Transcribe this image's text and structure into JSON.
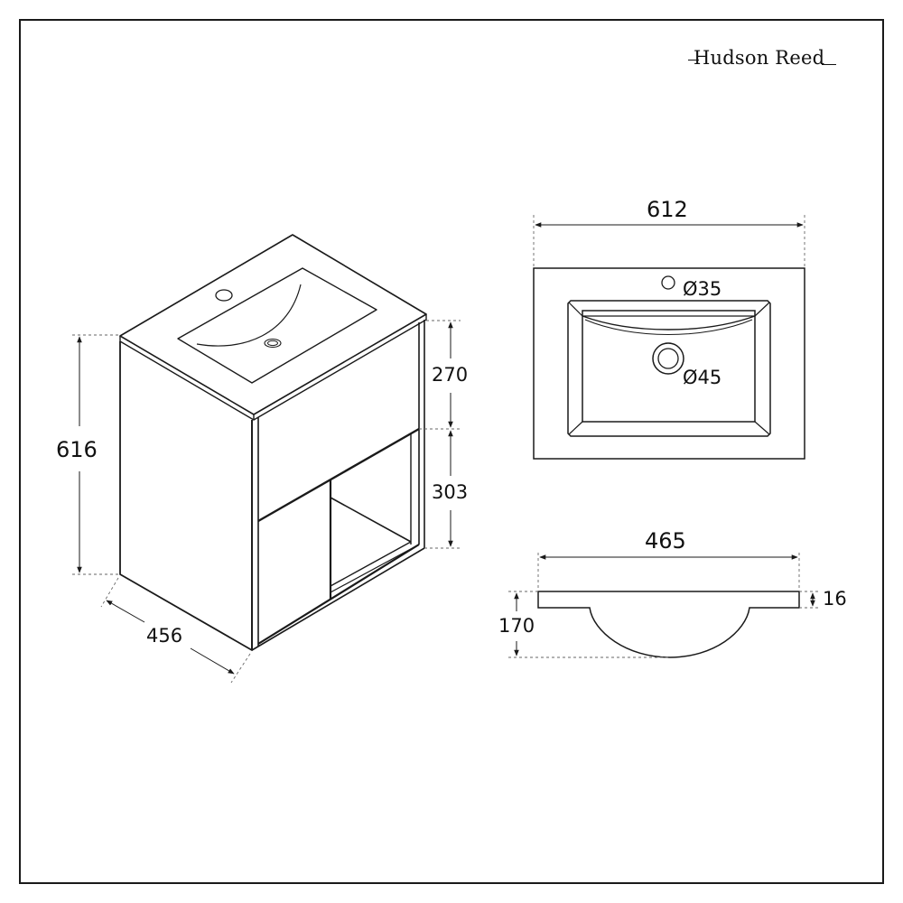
{
  "brand": {
    "name": "Hudson Reed"
  },
  "isometric_view": {
    "dimensions": {
      "total_height": "616",
      "depth": "456",
      "drawer_height": "270",
      "shelf_height": "303"
    }
  },
  "top_view": {
    "dimensions": {
      "width": "612",
      "tap_hole": "Ø35",
      "waste_hole": "Ø45"
    }
  },
  "side_view": {
    "dimensions": {
      "depth": "465",
      "basin_depth": "170",
      "top_thickness": "16"
    }
  },
  "colors": {
    "line": "#1a1a1a",
    "dim_line": "#555555",
    "background": "#ffffff"
  }
}
